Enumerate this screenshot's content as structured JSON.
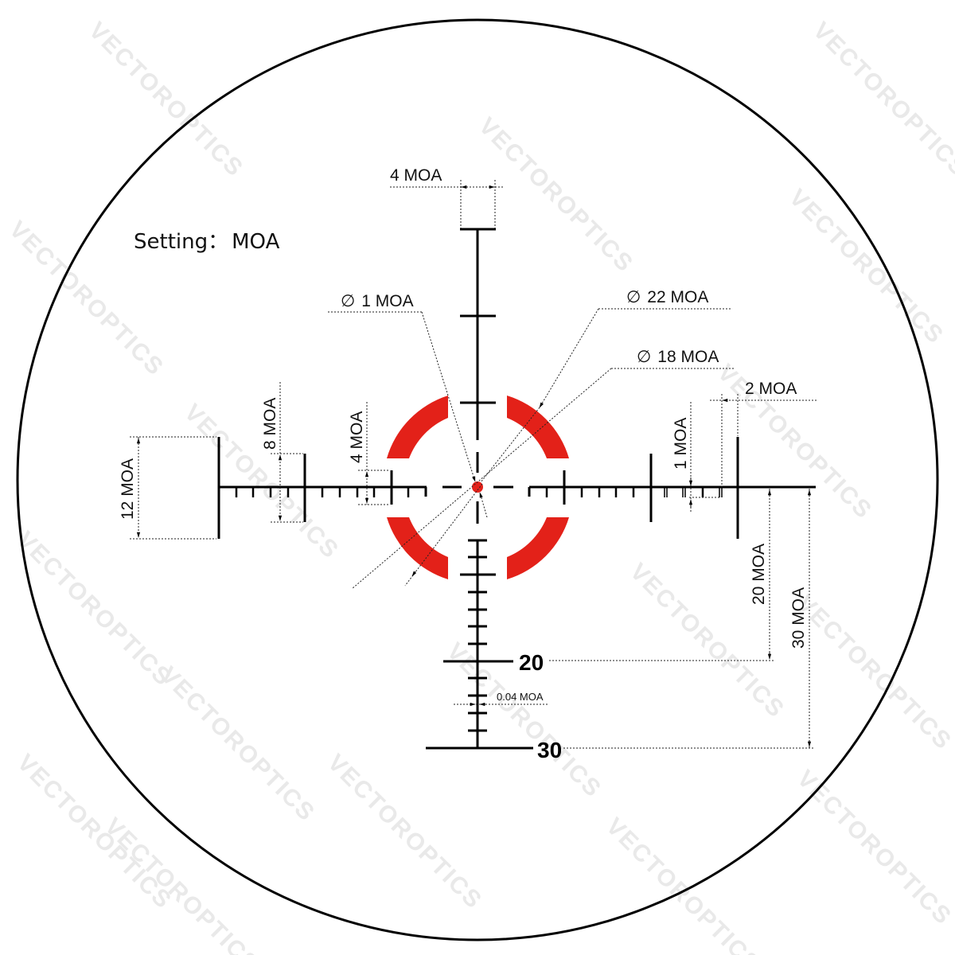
{
  "setting": {
    "label": "Setting",
    "separator": "：",
    "value": "MOA"
  },
  "watermark": "VECTOROPTICS",
  "colors": {
    "reticle": "#000000",
    "illumination": "#e32119",
    "center_dot": "#e32119",
    "background": "#ffffff"
  },
  "annotations": {
    "top_box": "4 MOA",
    "center_dot": "1 MOA",
    "outer_ring": "22 MOA",
    "inner_ring": "18 MOA",
    "right_gap": "2 MOA",
    "right_tick": "1 MOA",
    "left_box": "12 MOA",
    "left_mid": "8 MOA",
    "left_inner": "4 MOA",
    "right_20": "20 MOA",
    "right_30": "30 MOA",
    "line_width": "0.04 MOA"
  },
  "diameter_symbol": "∅",
  "stadia_labels": {
    "twenty": "20",
    "thirty": "30"
  }
}
